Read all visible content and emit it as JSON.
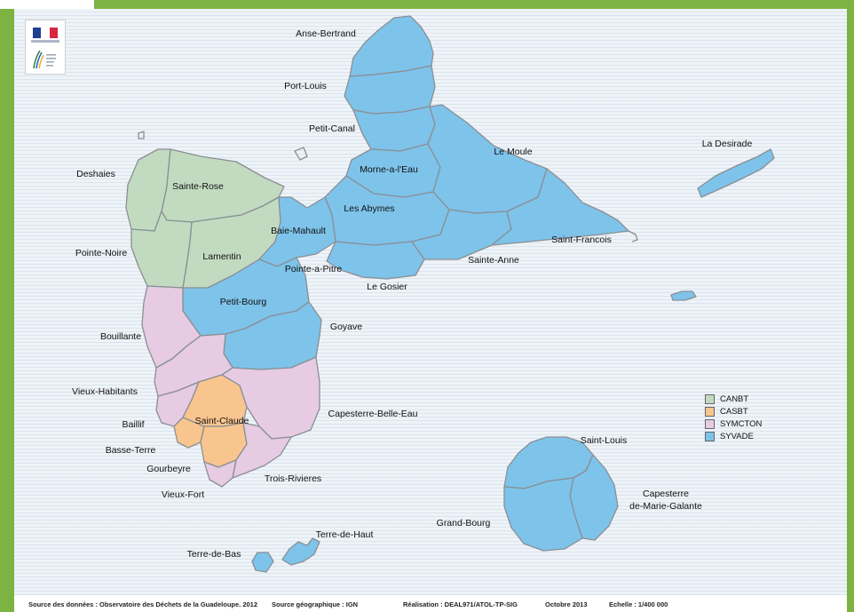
{
  "colors": {
    "CANBT": "#c2dbc0",
    "CASBT": "#f9c58f",
    "SYMCTON": "#e6cbe3",
    "SYVADE": "#7ec3ea"
  },
  "communes": [
    {
      "id": "anse-bertrand",
      "name": "Anse-Bertrand",
      "group": "SYVADE"
    },
    {
      "id": "port-louis",
      "name": "Port-Louis",
      "group": "SYVADE"
    },
    {
      "id": "petit-canal",
      "name": "Petit-Canal",
      "group": "SYVADE"
    },
    {
      "id": "morne-a-l-eau",
      "name": "Morne-a-l'Eau",
      "group": "SYVADE"
    },
    {
      "id": "le-moule",
      "name": "Le Moule",
      "group": "SYVADE"
    },
    {
      "id": "les-abymes",
      "name": "Les Abymes",
      "group": "SYVADE"
    },
    {
      "id": "baie-mahault",
      "name": "Baie-Mahault",
      "group": "SYVADE"
    },
    {
      "id": "pointe-a-pitre",
      "name": "Pointe-a-Pitre",
      "group": "SYVADE"
    },
    {
      "id": "le-gosier",
      "name": "Le Gosier",
      "group": "SYVADE"
    },
    {
      "id": "sainte-anne",
      "name": "Sainte-Anne",
      "group": "SYVADE"
    },
    {
      "id": "saint-francois",
      "name": "Saint-Francois",
      "group": "SYVADE"
    },
    {
      "id": "la-desirade",
      "name": "La Desirade",
      "group": "SYVADE"
    },
    {
      "id": "deshaies",
      "name": "Deshaies",
      "group": "CANBT"
    },
    {
      "id": "sainte-rose",
      "name": "Sainte-Rose",
      "group": "CANBT"
    },
    {
      "id": "lamentin",
      "name": "Lamentin",
      "group": "CANBT"
    },
    {
      "id": "pointe-noire",
      "name": "Pointe-Noire",
      "group": "CANBT"
    },
    {
      "id": "petit-bourg",
      "name": "Petit-Bourg",
      "group": "SYVADE"
    },
    {
      "id": "goyave",
      "name": "Goyave",
      "group": "SYVADE"
    },
    {
      "id": "bouillante",
      "name": "Bouillante",
      "group": "SYMCTON"
    },
    {
      "id": "vieux-habitants",
      "name": "Vieux-Habitants",
      "group": "SYMCTON"
    },
    {
      "id": "baillif",
      "name": "Baillif",
      "group": "SYMCTON"
    },
    {
      "id": "saint-claude",
      "name": "Saint-Claude",
      "group": "CASBT"
    },
    {
      "id": "basse-terre",
      "name": "Basse-Terre",
      "group": "CASBT"
    },
    {
      "id": "gourbeyre",
      "name": "Gourbeyre",
      "group": "CASBT"
    },
    {
      "id": "vieux-fort",
      "name": "Vieux-Fort",
      "group": "SYMCTON"
    },
    {
      "id": "trois-rivieres",
      "name": "Trois-Rivieres",
      "group": "SYMCTON"
    },
    {
      "id": "capesterre-belle-eau",
      "name": "Capesterre-Belle-Eau",
      "group": "SYMCTON"
    },
    {
      "id": "terre-de-haut",
      "name": "Terre-de-Haut",
      "group": "SYVADE"
    },
    {
      "id": "terre-de-bas",
      "name": "Terre-de-Bas",
      "group": "SYVADE"
    },
    {
      "id": "saint-louis",
      "name": "Saint-Louis",
      "group": "SYVADE"
    },
    {
      "id": "capesterre-de-marie-galante",
      "name": "Capesterre de-Marie-Galante",
      "group": "SYVADE"
    },
    {
      "id": "grand-bourg",
      "name": "Grand-Bourg",
      "group": "SYVADE"
    }
  ],
  "legend": [
    {
      "name": "CANBT"
    },
    {
      "name": "CASBT"
    },
    {
      "name": "SYMCTON"
    },
    {
      "name": "SYVADE"
    }
  ],
  "labels": {
    "capesterre_mg_line1": "Capesterre",
    "capesterre_mg_line2": "de-Marie-Galante"
  },
  "footer": {
    "source_donnees": "Source des données : Observatoire des Déchets de la Guadeloupe. 2012",
    "source_geo": "Source géographique : IGN",
    "realisation": "Réalisation : DEAL971/ATOL-TP-SIG",
    "date": "Octobre 2013",
    "echelle": "Echelle : 1/400 000"
  }
}
